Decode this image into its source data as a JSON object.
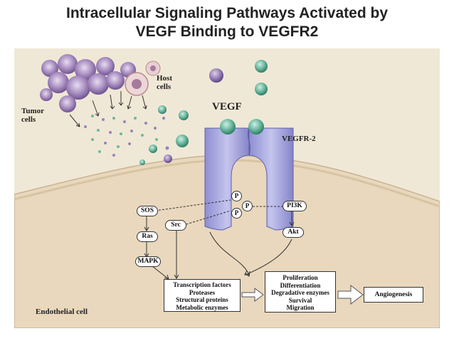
{
  "title": {
    "line1": "Intracellular Signaling Pathways Activated by",
    "line2": "VEGF Binding to VEGFR2"
  },
  "labels": {
    "tumor_cells_1": "Tumor",
    "tumor_cells_2": "cells",
    "host_cells_1": "Host",
    "host_cells_2": "cells",
    "vegf": "VEGF",
    "vegfr2": "VEGFR-2",
    "endothelial_cell": "Endothelial cell"
  },
  "phospho": [
    "P",
    "P",
    "P"
  ],
  "signaling": {
    "sos": "SOS",
    "src": "Src",
    "ras": "Ras",
    "mapk": "MAPK",
    "pi3k": "PI3K",
    "akt": "Akt"
  },
  "targets_box": [
    "Transcription factors",
    "Proteases",
    "Structural proteins",
    "Metabolic enzymes"
  ],
  "outcomes_box": [
    "Proliferation",
    "Differentiation",
    "Degradative enzymes",
    "Survival",
    "Migration"
  ],
  "angiogenesis": "Angiogenesis",
  "colors": {
    "background_panel": "#efe6d3",
    "cell_body": "#ead9bf",
    "receptor": "#a9a9df",
    "vegf_green": "#5fae96",
    "tumor_purple": "#9d7db5"
  }
}
